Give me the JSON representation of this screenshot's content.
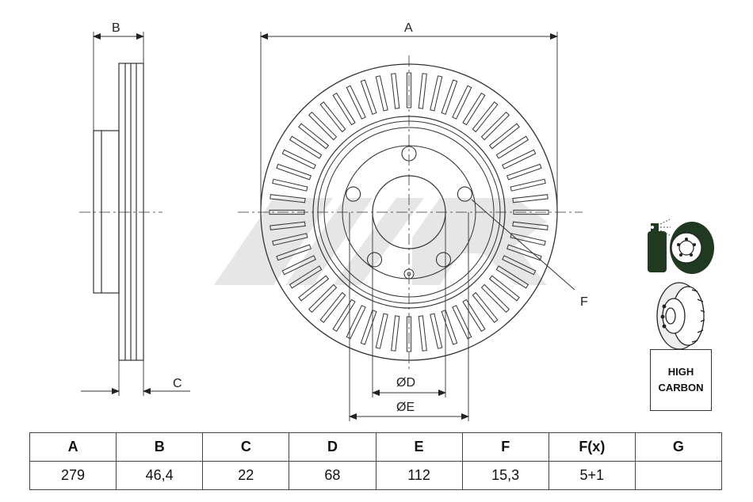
{
  "drawing": {
    "dimension_labels": {
      "a": "A",
      "b": "B",
      "c": "C",
      "d": "ØD",
      "e": "ØE",
      "f": "F"
    },
    "icons": [
      "paint-spray-icon",
      "coated-disc-icon",
      "vented-disc-icon"
    ],
    "high_carbon_lines": [
      "HIGH",
      "CARBON"
    ]
  },
  "table": {
    "headers": [
      "A",
      "B",
      "C",
      "D",
      "E",
      "F",
      "F(x)",
      "G"
    ],
    "values": [
      "279",
      "46,4",
      "22",
      "68",
      "112",
      "15,3",
      "5+1",
      ""
    ]
  }
}
